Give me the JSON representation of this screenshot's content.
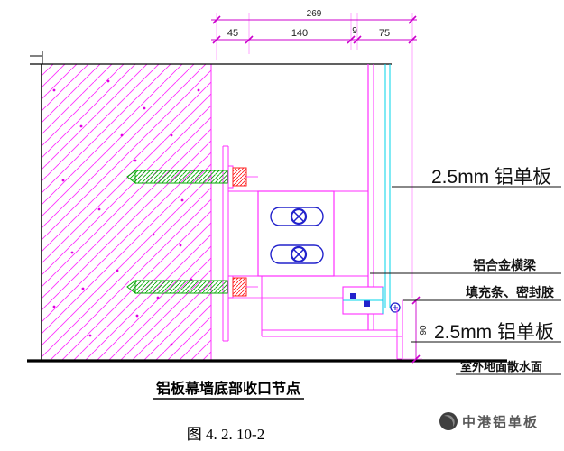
{
  "dimensions": {
    "total": "269",
    "segments": [
      "45",
      "140",
      "9",
      "75"
    ],
    "right_vertical": "90"
  },
  "labels": {
    "panel_top": "2.5mm 铝单板",
    "beam": "铝合金横梁",
    "filler": "填充条、密封胶",
    "panel_bottom": "2.5mm 铝单板",
    "ground": "室外地面散水面"
  },
  "title": "铝板幕墙底部收口节点",
  "caption": "图 4. 2. 10-2",
  "brand": {
    "name": "中港铝单板"
  },
  "colors": {
    "hatch_magenta": "#ff2fff",
    "bolt_green": "#00a800",
    "symbol_blue": "#2222cc",
    "cyan": "#00d5ea",
    "nut_red": "#ff2020",
    "ink": "#000000"
  }
}
